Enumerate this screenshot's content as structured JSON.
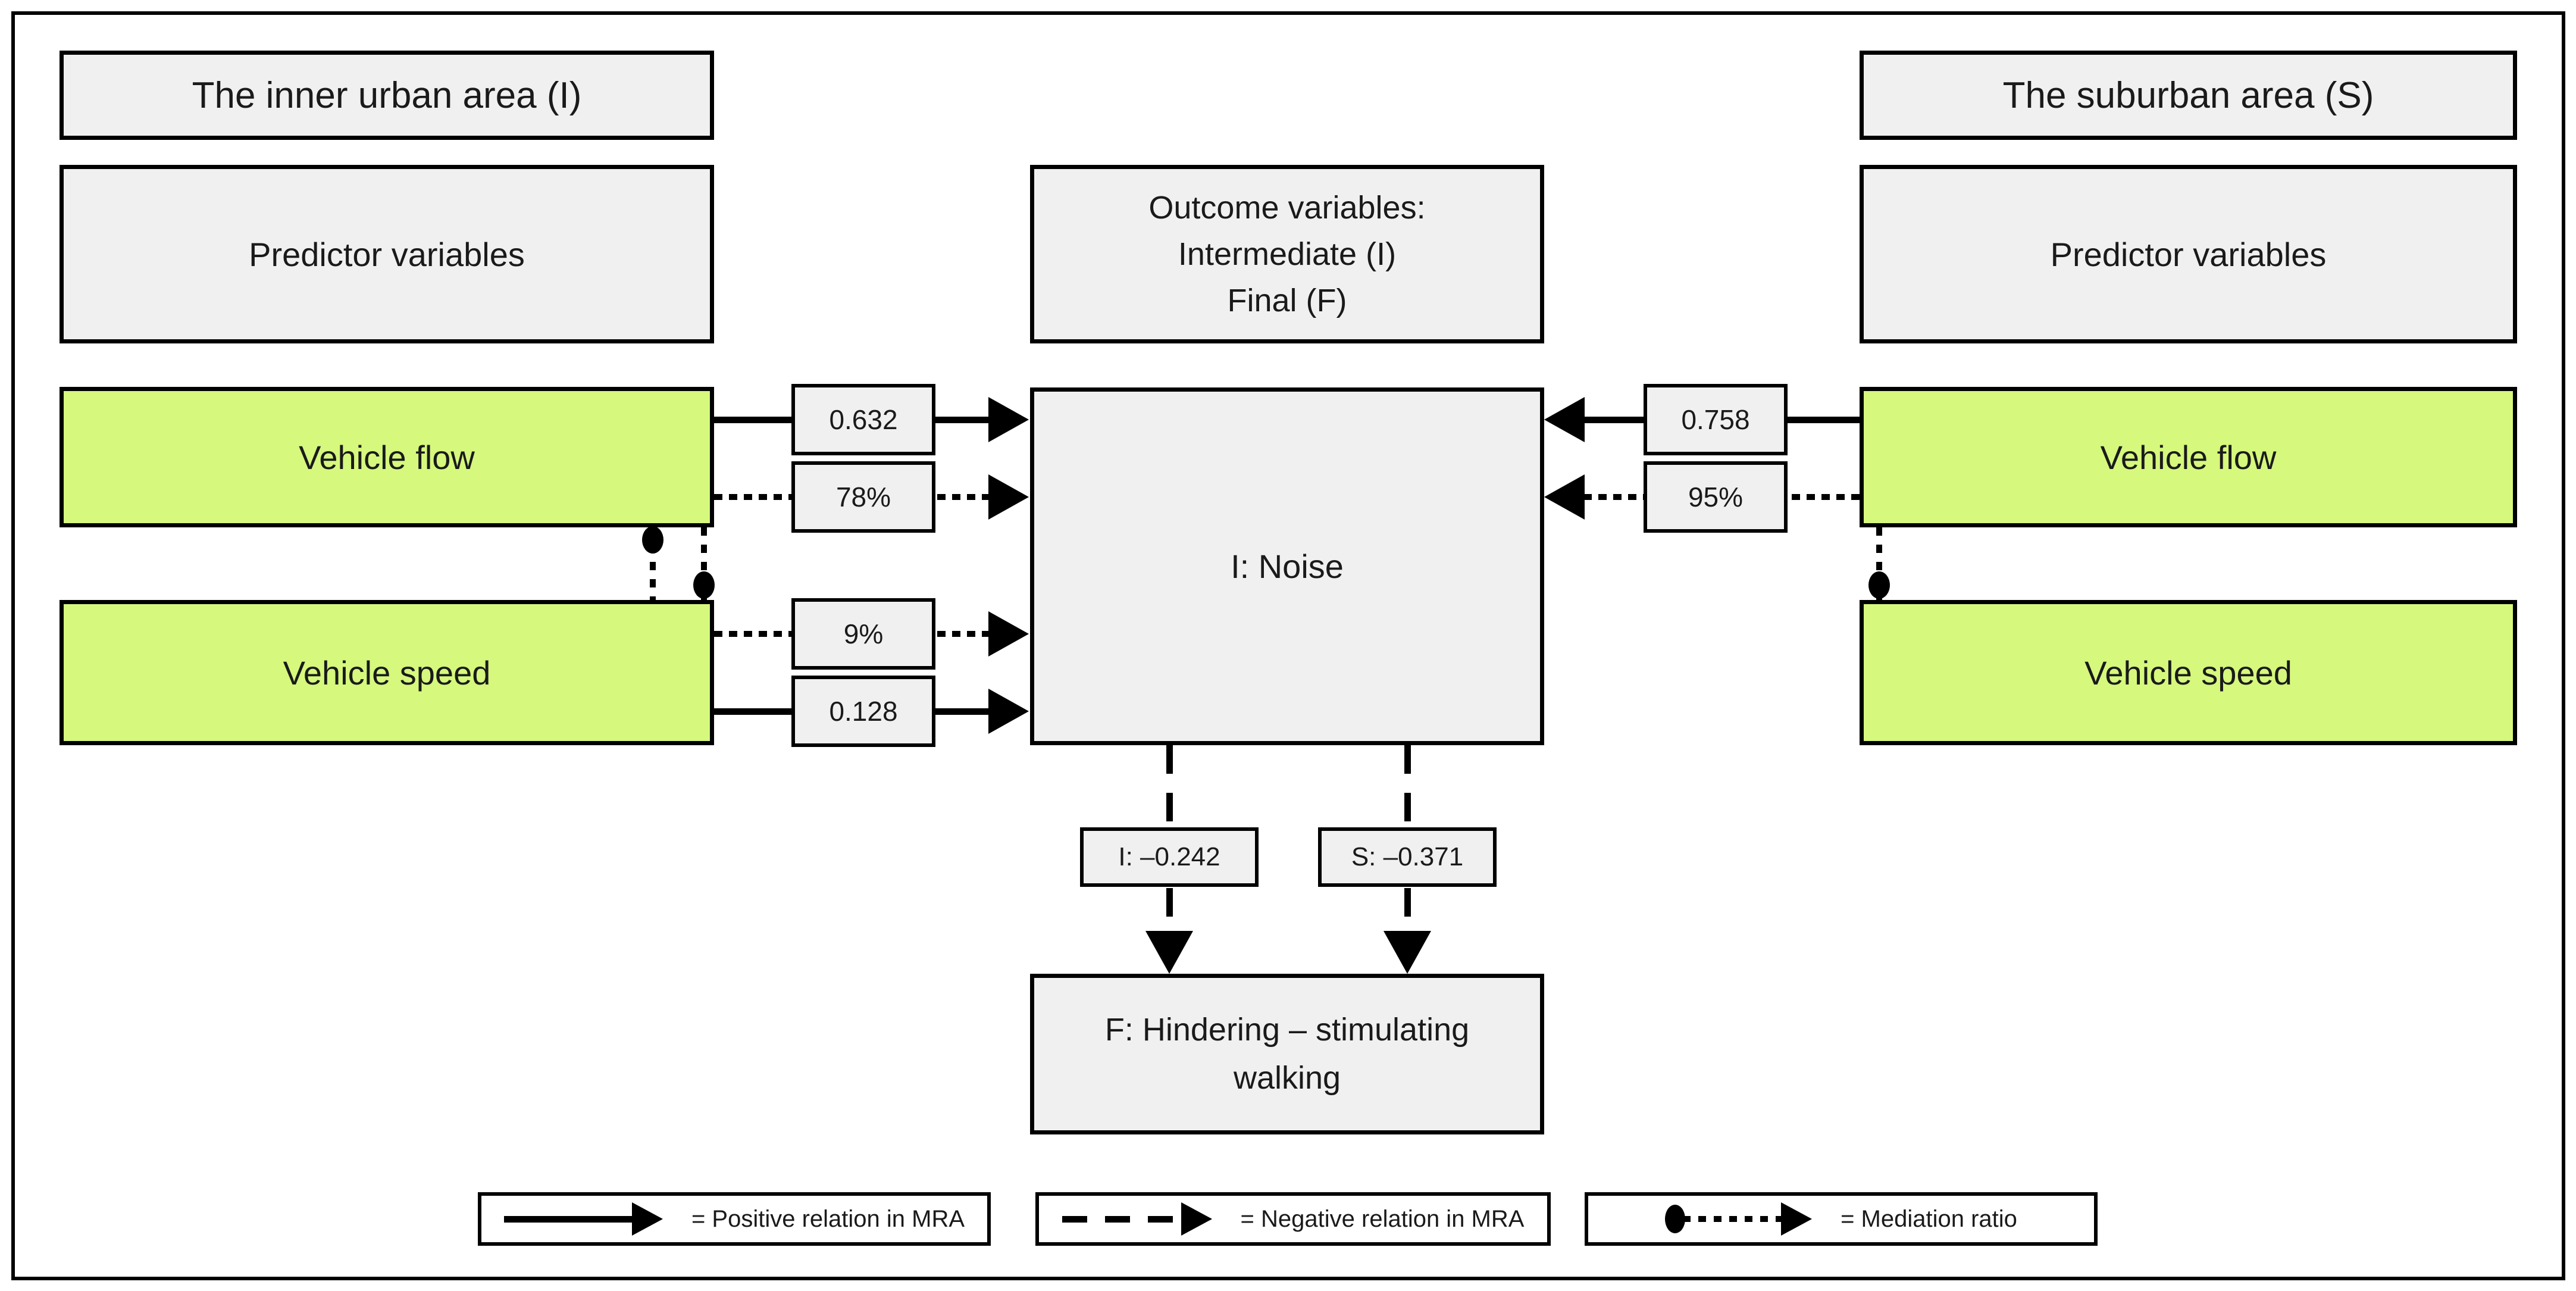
{
  "colors": {
    "ink": "#000000",
    "box-gray": "#f0f0f0",
    "panel-green": "#d5f87d",
    "paper": "#ffffff"
  },
  "left_panel": {
    "header": "The inner urban area (I)",
    "predictor_header": "Predictor variables",
    "vehicle_flow_label": "Vehicle flow",
    "vehicle_speed_label": "Vehicle speed",
    "flow_positive_coeff": "0.632",
    "flow_mediation_ratio": "78%",
    "speed_mediation_ratio": "9%",
    "speed_positive_coeff": "0.128"
  },
  "right_panel": {
    "header": "The suburban area (S)",
    "predictor_header": "Predictor variables",
    "vehicle_flow_label": "Vehicle flow",
    "vehicle_speed_label": "Vehicle speed",
    "flow_positive_coeff": "0.758",
    "flow_mediation_ratio": "95%"
  },
  "center": {
    "outcome_lines": [
      "Outcome variables:",
      "Intermediate (I)",
      "Final (F)"
    ],
    "intermediate_label": "I: Noise",
    "final_lines": [
      "F: Hindering – stimulating",
      "walking"
    ],
    "inner_noise_to_final_coeff": "I: –0.242",
    "suburban_noise_to_final_coeff": "S: –0.371"
  },
  "legend": {
    "positive": "= Positive relation in MRA",
    "negative": "= Negative relation in MRA",
    "mediation": "= Mediation ratio"
  }
}
